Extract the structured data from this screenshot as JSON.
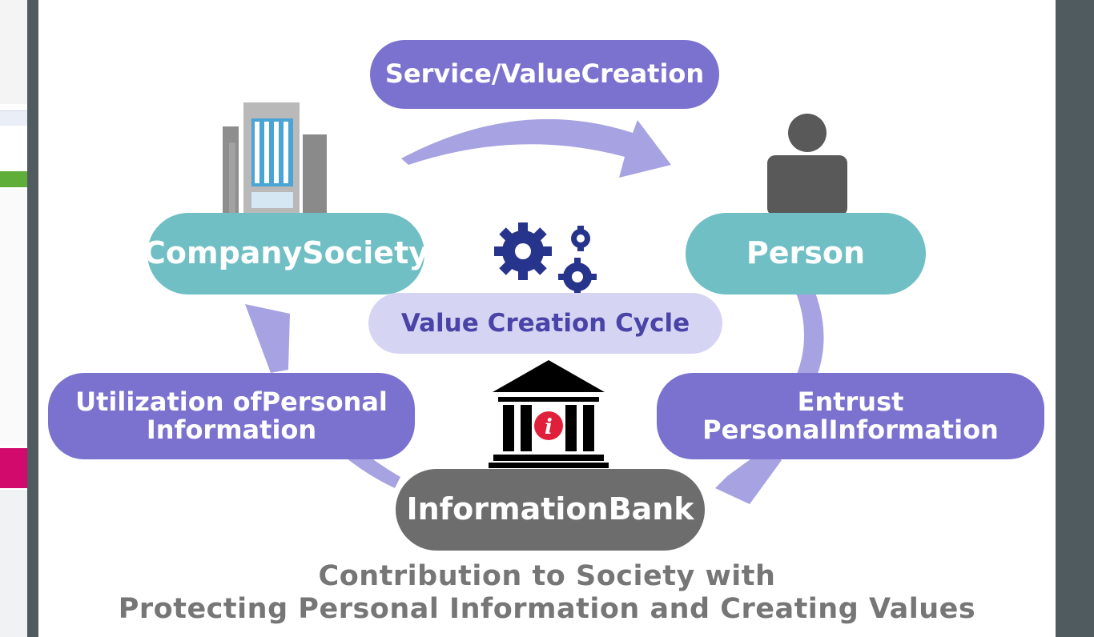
{
  "diagram": {
    "service_value": [
      "Service/Value",
      "Creation"
    ],
    "company_society": [
      "Company",
      "Society"
    ],
    "person": "Person",
    "value_creation_cycle": "Value Creation Cycle",
    "utilization": [
      "Utilization of",
      "Personal Information"
    ],
    "entrust": [
      "Entrust Personal",
      "Information"
    ],
    "information_bank": [
      "Information",
      "Bank"
    ],
    "caption": [
      "Contribution to Society with",
      "Protecting Personal Information and Creating Values"
    ]
  },
  "colors": {
    "purple_pill": "#7b72cf",
    "teal_pill": "#6fbfc4",
    "gray_pill": "#6d6d6d",
    "arrow": "#a7a3e2",
    "gear": "#27348b"
  },
  "icons": [
    "building-icon",
    "person-icon",
    "gears-icon",
    "bank-icon"
  ]
}
